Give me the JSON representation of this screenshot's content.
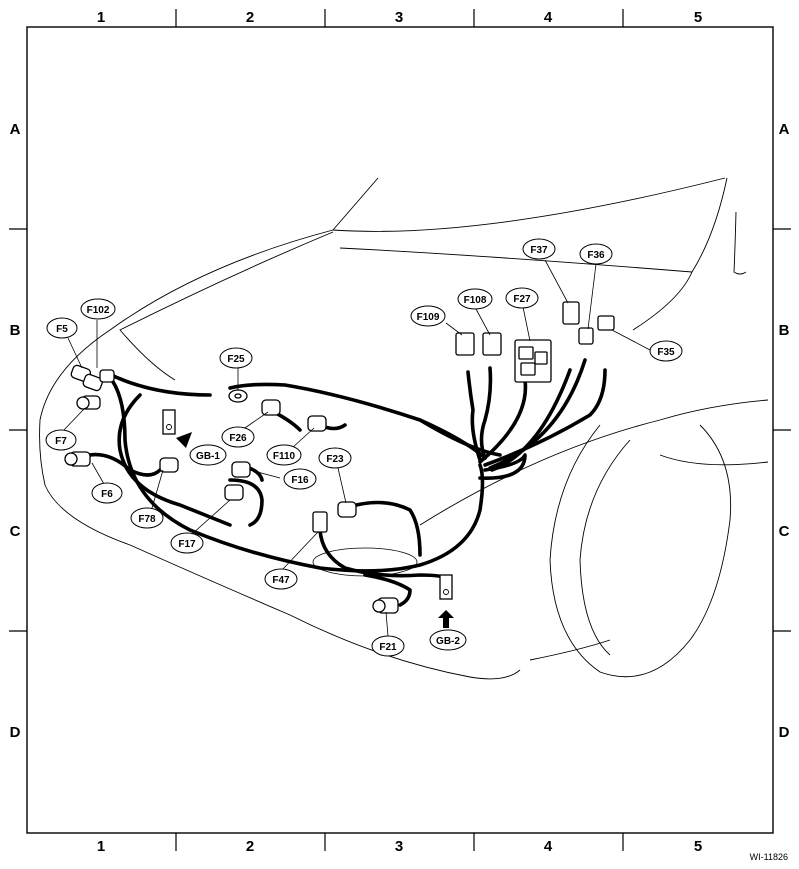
{
  "grid": {
    "columns": [
      "1",
      "2",
      "3",
      "4",
      "5"
    ],
    "rows": [
      "A",
      "B",
      "C",
      "D"
    ]
  },
  "connectors": {
    "F5": "F5",
    "F102": "F102",
    "F7": "F7",
    "F6": "F6",
    "F78": "F78",
    "F17": "F17",
    "F16": "F16",
    "F25": "F25",
    "F26": "F26",
    "F110": "F110",
    "GB1": "GB-1",
    "F23": "F23",
    "F47": "F47",
    "F21": "F21",
    "GB2": "GB-2",
    "F109": "F109",
    "F108": "F108",
    "F27": "F27",
    "F37": "F37",
    "F36": "F36",
    "F35": "F35"
  },
  "figure_code": "WI-11826"
}
